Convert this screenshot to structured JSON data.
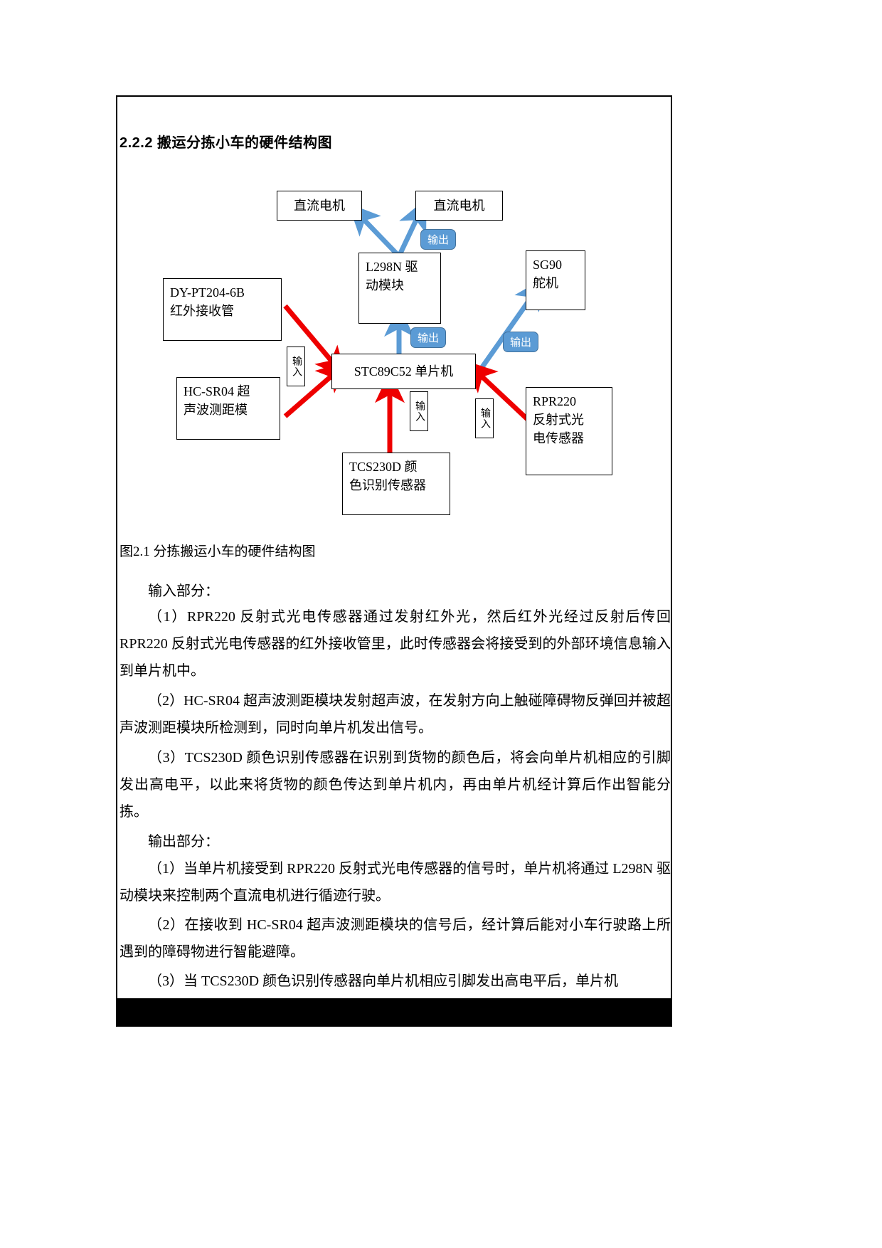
{
  "document": {
    "heading": "2.2.2 搬运分拣小车的硬件结构图",
    "figure_caption": "图2.1 分拣搬运小车的硬件结构图"
  },
  "diagram": {
    "nodes": {
      "motor_left": {
        "line1": "直流电机"
      },
      "motor_right": {
        "line1": "直流电机"
      },
      "l298n": {
        "line1": "L298N 驱",
        "line2": "动模块"
      },
      "sg90": {
        "line1": "SG90",
        "line2": "舵机"
      },
      "dypt204": {
        "line1": "DY-PT204-6B",
        "line2": "红外接收管"
      },
      "hcsr04": {
        "line1": "HC-SR04 超",
        "line2": "声波测距模"
      },
      "mcu": {
        "line1": "STC89C52 单片机"
      },
      "tcs230d": {
        "line1": "TCS230D   颜",
        "line2": "色识别传感器"
      },
      "rpr220": {
        "line1": "RPR220",
        "line2": "反射式光",
        "line3": "电传感器"
      }
    },
    "badges": {
      "output_motor": "输出",
      "output_l298n": "输出",
      "output_sg90": "输出"
    },
    "vlabels": {
      "input_left": "输入",
      "input_bottom": "输入",
      "input_right": "输入"
    },
    "colors": {
      "output_arrow": "#5b9bd5",
      "input_arrow": "#ee0000",
      "badge_fill": "#5b9bd5",
      "badge_stroke": "#41719c"
    }
  },
  "body": {
    "input_section_title": "输入部分：",
    "input_items": [
      "（1）RPR220 反射式光电传感器通过发射红外光，然后红外光经过反射后传回 RPR220 反射式光电传感器的红外接收管里，此时传感器会将接受到的外部环境信息输入到单片机中。",
      "（2）HC-SR04 超声波测距模块发射超声波，在发射方向上触碰障碍物反弹回并被超声波测距模块所检测到，同时向单片机发出信号。",
      "（3）TCS230D 颜色识别传感器在识别到货物的颜色后，将会向单片机相应的引脚发出高电平，以此来将货物的颜色传达到单片机内，再由单片机经计算后作出智能分拣。"
    ],
    "output_section_title": "输出部分：",
    "output_items": [
      "（1）当单片机接受到 RPR220 反射式光电传感器的信号时，单片机将通过 L298N 驱动模块来控制两个直流电机进行循迹行驶。",
      "（2）在接收到 HC-SR04 超声波测距模块的信号后，经计算后能对小车行驶路上所遇到的障碍物进行智能避障。",
      "（3）当 TCS230D 颜色识别传感器向单片机相应引脚发出高电平后，单片机"
    ]
  }
}
